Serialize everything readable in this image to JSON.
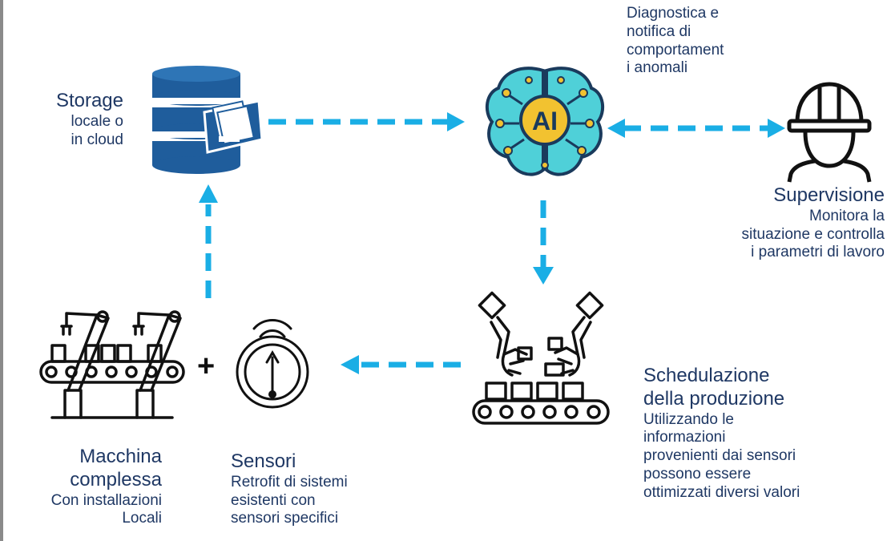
{
  "colors": {
    "text": "#1f3864",
    "arrow": "#1aaee5",
    "db": "#1f5d9c",
    "icon": "#111111"
  },
  "storage": {
    "title": "Storage",
    "lines": [
      "locale o",
      "in cloud"
    ]
  },
  "ai": {
    "label": "AI",
    "notes": [
      "Diagnostica e",
      "notifica di",
      "comportament",
      "i anomali"
    ]
  },
  "supervision": {
    "title": "Supervisione",
    "lines": [
      "Monitora la",
      "situazione e controlla",
      "i parametri di lavoro"
    ]
  },
  "scheduling": {
    "title_lines": [
      "Schedulazione",
      "della produzione"
    ],
    "lines": [
      "Utilizzando le",
      "informazioni",
      "provenienti dai sensori",
      "possono essere",
      "ottimizzati diversi valori"
    ]
  },
  "machine": {
    "title_lines": [
      "Macchina",
      "complessa"
    ],
    "lines": [
      "Con installazioni",
      "Locali"
    ]
  },
  "plus": {
    "symbol": "+"
  },
  "sensors": {
    "title": "Sensori",
    "lines": [
      "Retrofit di sistemi",
      "esistenti con",
      "sensori specifici"
    ]
  },
  "icons": [
    "database-icon",
    "ai-brain-icon",
    "worker-helmet-icon",
    "robot-assembly-icon",
    "sensor-gauge-icon",
    "conveyor-hands-icon"
  ]
}
